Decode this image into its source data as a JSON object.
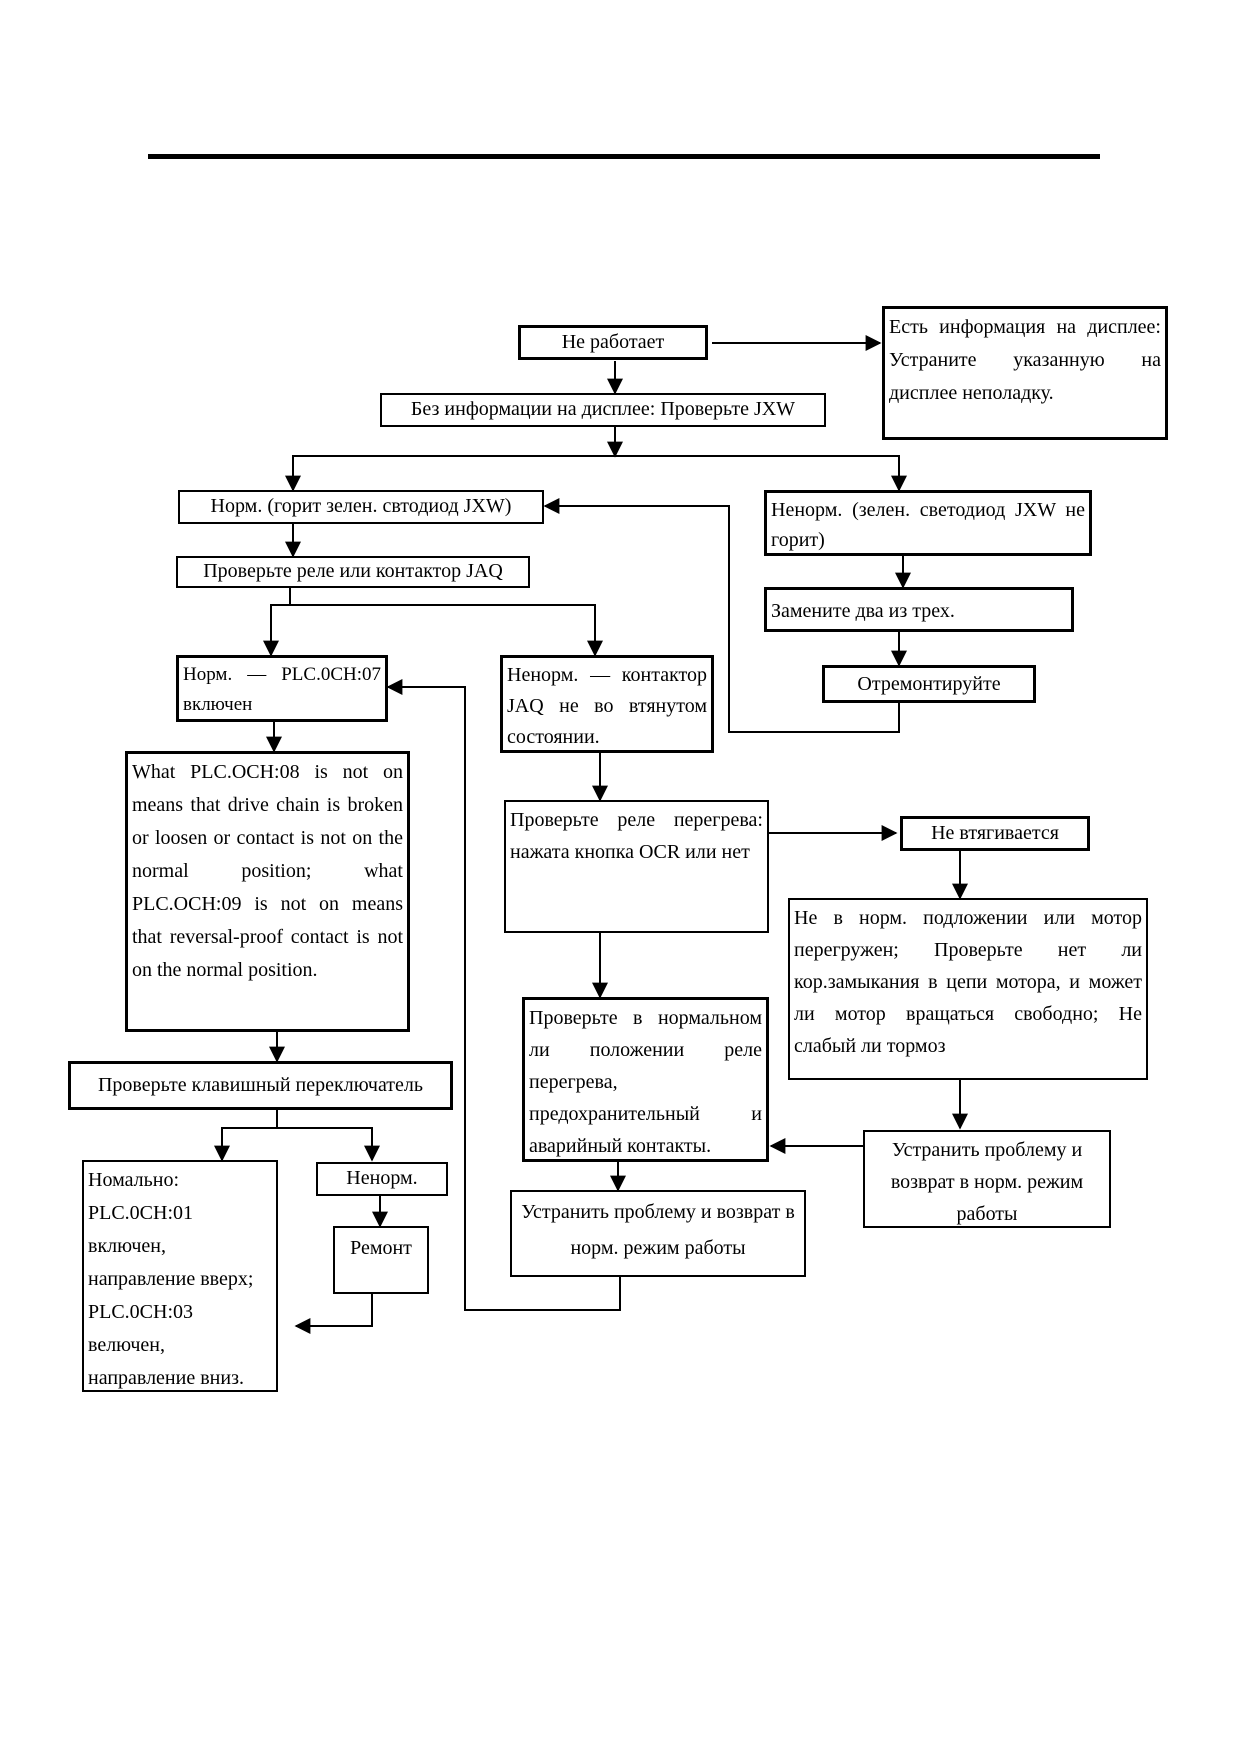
{
  "nodes": {
    "not_working": "Не работает",
    "display_info": "Есть информация на дисплее: Устраните указанную на дисплее неполадку.",
    "no_display_info": "Без информации на дисплее: Проверьте JXW",
    "norm_green": "Норм. (горит зелен. свтодиод JXW)",
    "abnorm_green": "Ненорм. (зелен. светодиод JXW не горит)",
    "replace_two": "Замените два из трех.",
    "repair_top": "Отремонтируйте",
    "check_jaq": "Проверьте реле или контактор JAQ",
    "norm_plc07": "Норм. — PLC.0CH:07 включен",
    "abnorm_jaq": "Ненорм. — контактор JAQ не во втянутом состоянии.",
    "plc_note": "What PLC.OCH:08 is not on means that drive chain is broken or loosen or contact is not on the normal position; what PLC.OCH:09 is not on means that reversal-proof contact is not on the normal position.",
    "check_ocr": "Проверьте реле перегрева: нажата кнопка OCR или нет",
    "not_pulling": "Не втягивается",
    "motor_check": "Не в норм. подложении или мотор перегружен; Проверьте нет ли кор.замыкания в цепи мотора, и может ли мотор вращаться свободно; Не слабый ли тормоз",
    "check_key_switch": "Проверьте клавишный переключатель",
    "check_contacts": "Проверьте в нормальном ли положении реле перегрева, предохранительный и аварийный контакты.",
    "fix_right": "Устранить проблему и возврат в норм. режим работы",
    "fix_center": "Устранить проблему и возврат в норм. режим работы",
    "normal_plc": "Номально: PLC.0CH:01 включен, направление вверх; PLC.0CH:03 велючен, направление вниз.",
    "abnorm_short": "Ненорм.",
    "repair": "Ремонт"
  }
}
